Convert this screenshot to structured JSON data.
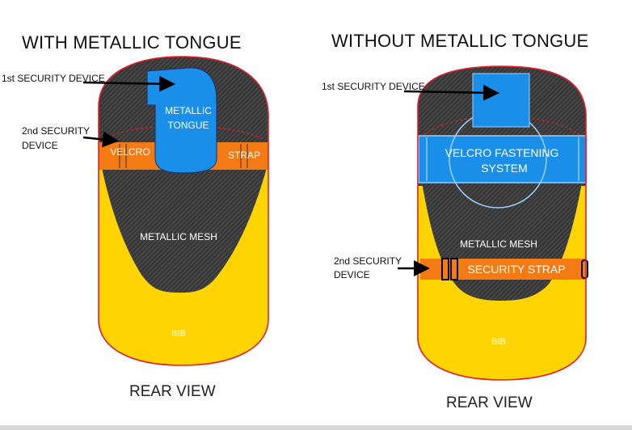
{
  "left": {
    "title": "WITH METALLIC TONGUE",
    "first_device": "1st SECURITY DEVICE",
    "second_device_line1": "2nd SECURITY",
    "second_device_line2": "DEVICE",
    "tongue_line1": "METALLIC",
    "tongue_line2": "TONGUE",
    "velcro": "VELCRO",
    "strap": "STRAP",
    "mesh": "METALLIC MESH",
    "bib": "BIB",
    "view": "REAR VIEW"
  },
  "right": {
    "title": "WITHOUT METALLIC TONGUE",
    "first_device": "1st SECURITY DEVICE",
    "second_device_line1": "2nd SECURITY",
    "second_device_line2": "DEVICE",
    "velcro_line1": "VELCRO FASTENING",
    "velcro_line2": "SYSTEM",
    "mesh": "METALLIC MESH",
    "security_strap": "SECURITY STRAP",
    "bib": "BIB",
    "view": "REAR VIEW"
  },
  "colors": {
    "mesh": "#3d3d3d",
    "bib": "#ffd400",
    "strap": "#f47a14",
    "tongue": "#1a8fea",
    "outline": "#e0202a",
    "arrow": "#000000"
  }
}
